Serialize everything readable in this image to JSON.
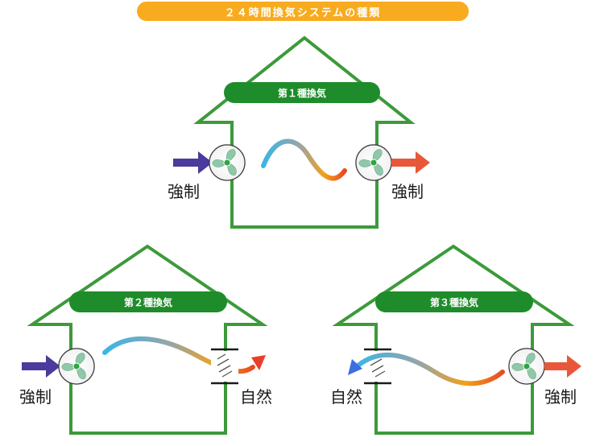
{
  "title": "２４時間換気システムの種類",
  "colors": {
    "house_outline": "#3c9a3a",
    "band": "#1e8c2a",
    "title_bg": "#f8ab1f",
    "intake_arrow": "#4a3b9c",
    "exhaust_arrow": "#e9573a",
    "natural_exhaust_arrow": "#e83f26",
    "natural_intake_arrow": "#3d6fe0",
    "airflow_gradient": [
      "#38b6e8",
      "#8a9a9a",
      "#f0a21a",
      "#e84a22"
    ]
  },
  "types": [
    {
      "label": "第１種換気",
      "intake": "強制",
      "exhaust": "強制"
    },
    {
      "label": "第２種換気",
      "intake": "強制",
      "exhaust": "自然"
    },
    {
      "label": "第３種換気",
      "intake": "自然",
      "exhaust": "強制"
    }
  ],
  "icons": {
    "fan": "fan-icon",
    "arrow": "arrow-icon",
    "vent": "vent-slot-icon"
  }
}
